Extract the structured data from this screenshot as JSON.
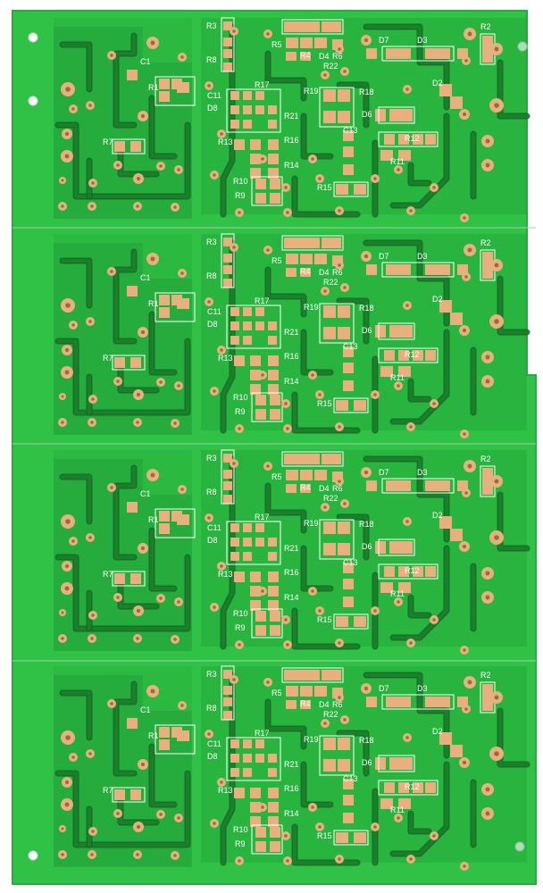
{
  "colors": {
    "background": "#ffffff",
    "board": "#2fc246",
    "board_edge": "#27ad3c",
    "copper": "#1f9a35",
    "trace": "#1b7f2c",
    "trace_dark": "#126623",
    "pad": "#e6b17e",
    "pad_hole": "#9a6b3f",
    "silk": "#ffffff"
  },
  "panels": [
    {
      "labels": [
        "R3",
        "R8",
        "R5",
        "R4",
        "D4",
        "R6",
        "R22",
        "D7",
        "D3",
        "R2",
        "D2",
        "C1",
        "R1",
        "C11",
        "D8",
        "R17",
        "R21",
        "R19",
        "R18",
        "D6",
        "R13",
        "R16",
        "C13",
        "R12",
        "R11",
        "R7",
        "R14",
        "R15",
        "R10",
        "R9"
      ]
    },
    {
      "labels": [
        "R3",
        "R8",
        "R5",
        "R4",
        "D4",
        "R6",
        "R22",
        "D7",
        "D3",
        "R2",
        "D2",
        "C1",
        "R1",
        "C11",
        "D8",
        "R17",
        "R21",
        "R19",
        "R18",
        "D6",
        "R13",
        "R16",
        "C13",
        "R12",
        "R11",
        "R7",
        "R14",
        "R15",
        "R10",
        "R9"
      ]
    },
    {
      "labels": [
        "R3",
        "R8",
        "R5",
        "R4",
        "D4",
        "R6",
        "R22",
        "D7",
        "D3",
        "R2",
        "D2",
        "C1",
        "R1",
        "C11",
        "D8",
        "R17",
        "R21",
        "R19",
        "R18",
        "D6",
        "R13",
        "R16",
        "C13",
        "R12",
        "R11",
        "R7",
        "R14",
        "R15",
        "R10",
        "R9"
      ]
    },
    {
      "labels": [
        "R3",
        "R8",
        "R5",
        "R4",
        "D4",
        "R6",
        "R22",
        "D7",
        "D3",
        "R2",
        "D2",
        "C1",
        "R1",
        "C11",
        "D8",
        "R17",
        "R21",
        "R19",
        "R18",
        "D6",
        "R13",
        "R16",
        "C13",
        "R12",
        "R11",
        "R7",
        "R14",
        "R15",
        "R10",
        "R9"
      ]
    }
  ]
}
